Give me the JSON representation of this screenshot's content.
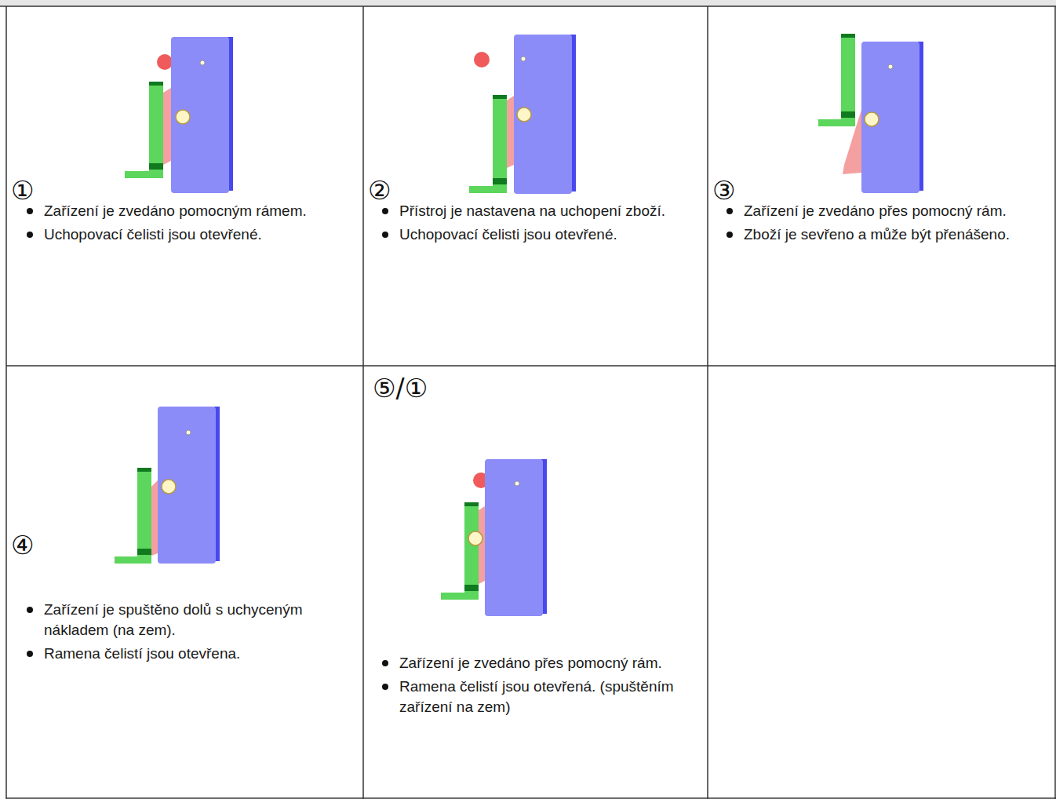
{
  "diagram": {
    "nodes": [
      {
        "text": [
          "①",
          "Zařízení je zvedáno pomocným rámem.",
          "Uchopovací čelisti jsou otevřené."
        ]
      },
      {
        "text": [
          "②",
          "Přístroj je nastavena na uchopení zboží.",
          "Uchopovací čelisti jsou otevřené."
        ]
      },
      {
        "text": [
          "③",
          "Zařízení je zvedáno přes pomocný rám.",
          "Zboží je sevřeno a může být přenášeno."
        ]
      },
      {
        "text": [
          "④",
          "Zařízení je spuštěno dolů s uchyceným nákladem (na zem).",
          "Ramena čelistí jsou otevřena."
        ]
      },
      {
        "text": [
          "⑤/①",
          "Zařízení je zvedáno přes pomocný rám.",
          "Ramena čelistí jsou otevřená. (spuštěním zařízení na zem)"
        ]
      }
    ]
  }
}
